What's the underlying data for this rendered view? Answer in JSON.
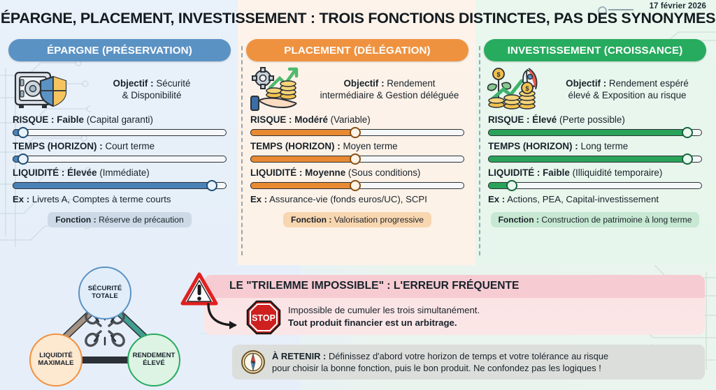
{
  "header": {
    "date": "17 février 2026",
    "title": "ÉPARGNE, PLACEMENT, INVESTISSEMENT : TROIS FONCTIONS DISTINCTES, PAS DES SYNONYMES"
  },
  "columns": [
    {
      "pill": "ÉPARGNE (PRÉSERVATION)",
      "accent": "#5b92c4",
      "icon": "safe-shield-icon",
      "objective_label": "Objectif :",
      "objective_value": "Sécurité",
      "objective_value2": "& Disponibilité",
      "metrics": [
        {
          "label": "RISQUE :",
          "value": "Faible",
          "note": "(Capital garanti)",
          "percent": 5
        },
        {
          "label": "TEMPS (HORIZON) :",
          "value": "",
          "note": "Court terme",
          "percent": 5
        },
        {
          "label": "LIQUIDITÉ :",
          "value": "Élevée",
          "note": "(Immédiate)",
          "percent": 93
        }
      ],
      "example_label": "Ex :",
      "example_value": "Livrets A, Comptes à terme courts",
      "fonction_label": "Fonction :",
      "fonction_value": "Réserve de précaution"
    },
    {
      "pill": "PLACEMENT (DÉLÉGATION)",
      "accent": "#ef9240",
      "icon": "gear-hand-coins-icon",
      "objective_label": "Objectif :",
      "objective_value": "Rendement",
      "objective_value2": "intermédiaire & Gestion déléguée",
      "metrics": [
        {
          "label": "RISQUE :",
          "value": "Modéré",
          "note": "(Variable)",
          "percent": 49
        },
        {
          "label": "TEMPS (HORIZON) :",
          "value": "",
          "note": "Moyen terme",
          "percent": 49
        },
        {
          "label": "LIQUIDITÉ :",
          "value": "Moyenne",
          "note": "(Sous conditions)",
          "percent": 49
        }
      ],
      "example_label": "Ex :",
      "example_value": "Assurance-vie (fonds euros/UC), SCPI",
      "fonction_label": "Fonction :",
      "fonction_value": "Valorisation progressive"
    },
    {
      "pill": "INVESTISSEMENT (CROISSANCE)",
      "accent": "#27ab5e",
      "icon": "plant-rocket-coins-icon",
      "objective_label": "Objectif :",
      "objective_value": "Rendement espéré",
      "objective_value2": "élevé & Exposition au risque",
      "metrics": [
        {
          "label": "RISQUE :",
          "value": "Élevé",
          "note": "(Perte possible)",
          "percent": 93
        },
        {
          "label": "TEMPS (HORIZON) :",
          "value": "",
          "note": "Long terme",
          "percent": 93
        },
        {
          "label": "LIQUIDITÉ :",
          "value": "Faible",
          "note": "(Illiquidité temporaire)",
          "percent": 11
        }
      ],
      "example_label": "Ex :",
      "example_value": "Actions, PEA, Capital-investissement",
      "fonction_label": "Fonction :",
      "fonction_value": "Construction de patrimoine à long terme"
    }
  ],
  "trilemma": {
    "icon": "broken-chain-icon",
    "nodes": [
      {
        "line1": "SÉCURITÉ",
        "line2": "TOTALE",
        "color": "#5b92c4"
      },
      {
        "line1": "LIQUIDITÉ",
        "line2": "MAXIMALE",
        "color": "#ef9240"
      },
      {
        "line1": "RENDEMENT",
        "line2": "ÉLEVÉ",
        "color": "#27ab5e"
      }
    ]
  },
  "alert": {
    "warning_icon": "warning-triangle-icon",
    "stop_icon": "stop-sign-icon",
    "stop_text": "STOP",
    "title": "LE \"TRILEMME IMPOSSIBLE\" : L'ERREUR FRÉQUENTE",
    "line1": "Impossible de cumuler les trois simultanément.",
    "line2": "Tout produit financier est un arbitrage."
  },
  "retain": {
    "icon": "compass-icon",
    "label": "À RETENIR :",
    "line1": "Définissez d'abord votre horizon de temps et votre tolérance au risque",
    "line2": "pour choisir la bonne fonction, puis le bon produit. Ne confondez pas les logiques !"
  }
}
